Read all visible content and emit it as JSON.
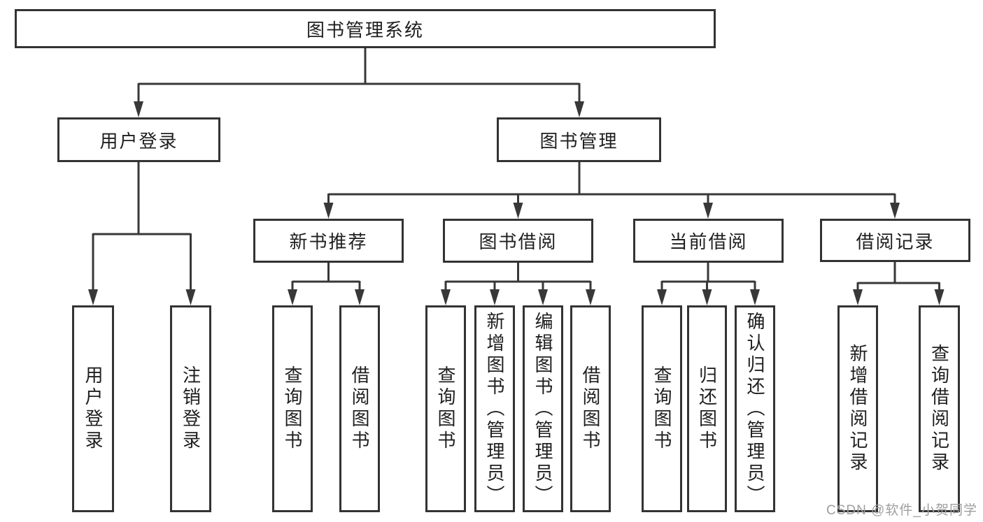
{
  "diagram_type": "hierarchy-tree",
  "nodes": {
    "root": "图书管理系统",
    "user_login": "用户登录",
    "book_mgmt": "图书管理",
    "new_book_rec": "新书推荐",
    "book_borrow": "图书借阅",
    "current_borrow": "当前借阅",
    "borrow_record": "借阅记录",
    "leaf_user_login": "用户登录",
    "leaf_logout": "注销登录",
    "leaf_nbr_query": "查询图书",
    "leaf_nbr_borrow": "借阅图书",
    "leaf_bb_query": "查询图书",
    "leaf_bb_add": "新增图书（管理员）",
    "leaf_bb_edit": "编辑图书（管理员）",
    "leaf_bb_borrow": "借阅图书",
    "leaf_cb_query": "查询图书",
    "leaf_cb_return": "归还图书",
    "leaf_cb_confirm": "确认归还（管理员）",
    "leaf_br_add": "新增借阅记录",
    "leaf_br_query": "查询借阅记录"
  },
  "hierarchy": {
    "图书管理系统": {
      "用户登录": [
        "用户登录",
        "注销登录"
      ],
      "图书管理": {
        "新书推荐": [
          "查询图书",
          "借阅图书"
        ],
        "图书借阅": [
          "查询图书",
          "新增图书（管理员）",
          "编辑图书（管理员）",
          "借阅图书"
        ],
        "当前借阅": [
          "查询图书",
          "归还图书",
          "确认归还（管理员）"
        ],
        "借阅记录": [
          "新增借阅记录",
          "查询借阅记录"
        ]
      }
    }
  },
  "watermark": "CSDN @软件_小贺同学",
  "colors": {
    "line": "#383838",
    "box_border": "#333333",
    "text": "#1f1f1f",
    "background": "#ffffff",
    "watermark": "#9e9e9e"
  }
}
